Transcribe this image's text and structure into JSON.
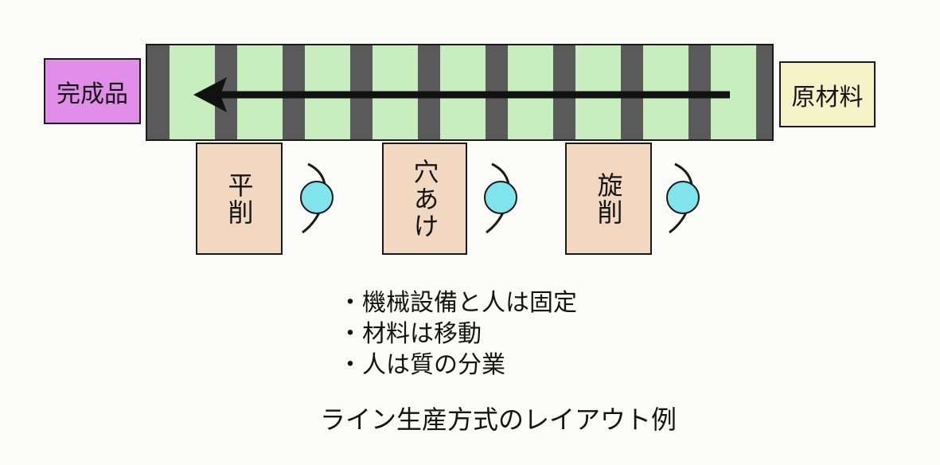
{
  "diagram": {
    "finished_label": "完成品",
    "raw_label": "原材料",
    "stations": [
      "平削",
      "穴あけ",
      "旋削"
    ],
    "notes": [
      "・機械設備と人は固定",
      "・材料は移動",
      "・人は質の分業"
    ],
    "caption": "ライン生産方式のレイアウト例"
  },
  "colors": {
    "finished": "#e08ee8",
    "raw": "#f5f2c8",
    "station": "#f2d8c0",
    "belt_light": "#c8eec0",
    "belt_dark": "#5a5a5a",
    "worker": "#7fe4ec"
  }
}
